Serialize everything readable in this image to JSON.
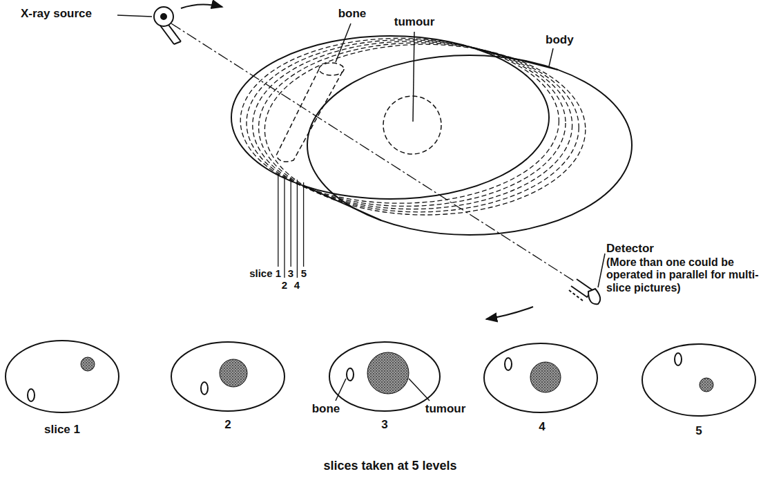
{
  "diagram": {
    "caption": "slices taken at 5 levels",
    "labels": [
      "X-ray source",
      "bone",
      "tumour",
      "body",
      "Detector",
      "(More than one could be operated in parallel for multi-slice pictures)",
      "slice 1",
      "2",
      "3",
      "4",
      "5",
      "slice 1",
      "2",
      "bone",
      "3",
      "tumour",
      "4",
      "5"
    ]
  }
}
